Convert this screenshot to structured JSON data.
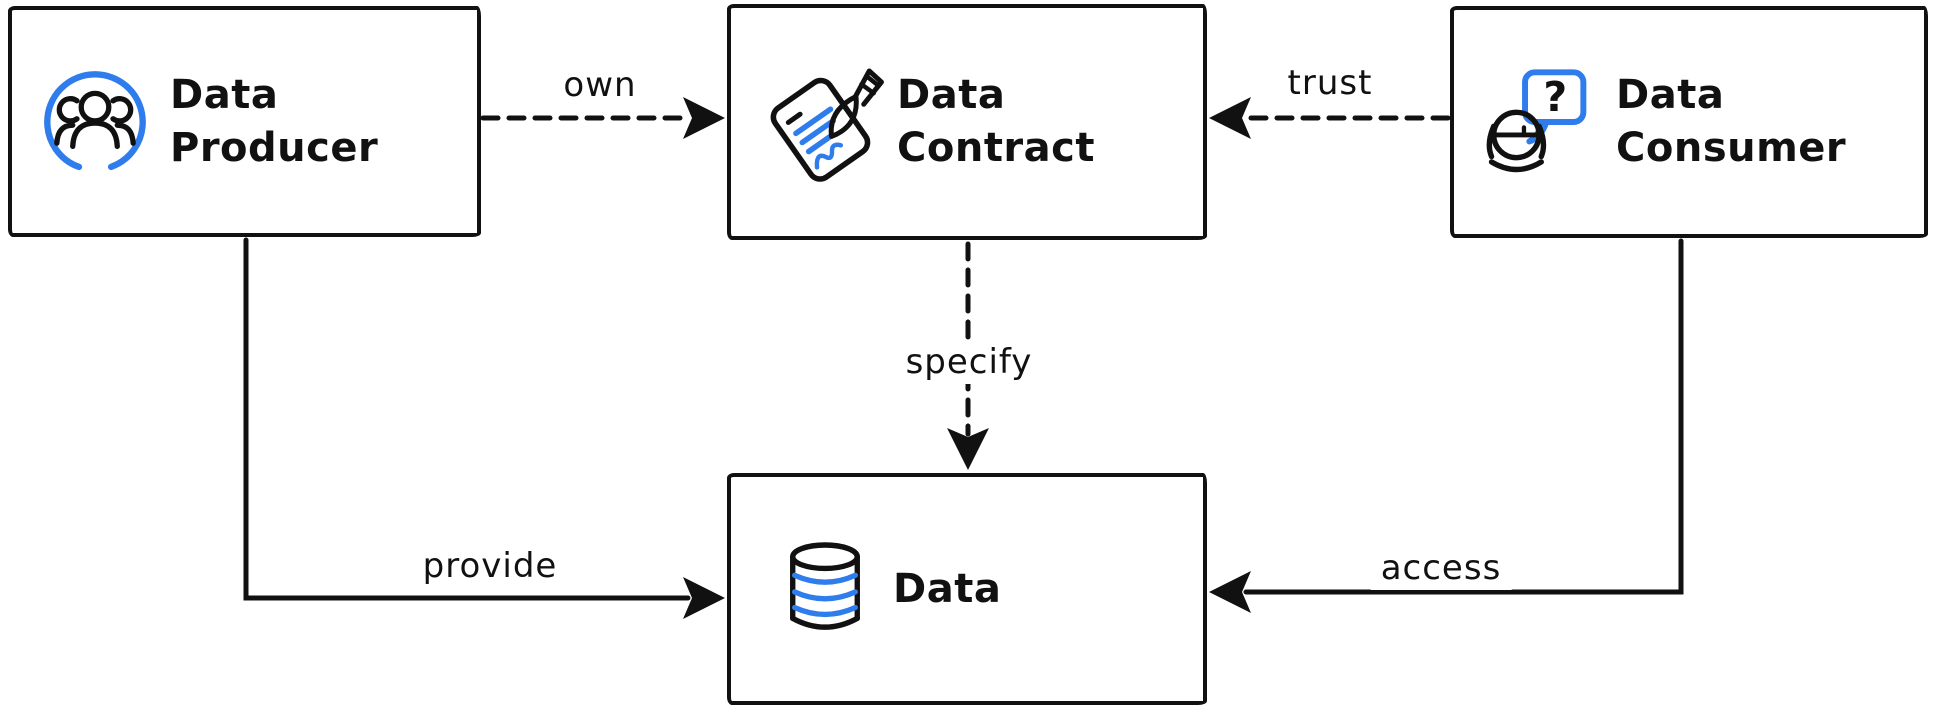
{
  "diagram": {
    "colors": {
      "ink": "#111111",
      "accent": "#2f7ced",
      "background": "#ffffff"
    },
    "nodes": {
      "producer": {
        "label": "Data Producer",
        "icon": "people-group-icon"
      },
      "contract": {
        "label": "Data Contract",
        "icon": "signed-document-icon"
      },
      "consumer": {
        "label": "Data Consumer",
        "icon": "person-question-icon",
        "bubble_glyph": "?"
      },
      "data": {
        "label": "Data",
        "icon": "database-icon"
      }
    },
    "edges": {
      "own": {
        "label": "own",
        "from": "Data Producer",
        "to": "Data Contract",
        "style": "dashed"
      },
      "trust": {
        "label": "trust",
        "from": "Data Consumer",
        "to": "Data Contract",
        "style": "dashed"
      },
      "specify": {
        "label": "specify",
        "from": "Data Contract",
        "to": "Data",
        "style": "dashed"
      },
      "provide": {
        "label": "provide",
        "from": "Data Producer",
        "to": "Data",
        "style": "solid"
      },
      "access": {
        "label": "access",
        "from": "Data Consumer",
        "to": "Data",
        "style": "solid"
      }
    }
  }
}
